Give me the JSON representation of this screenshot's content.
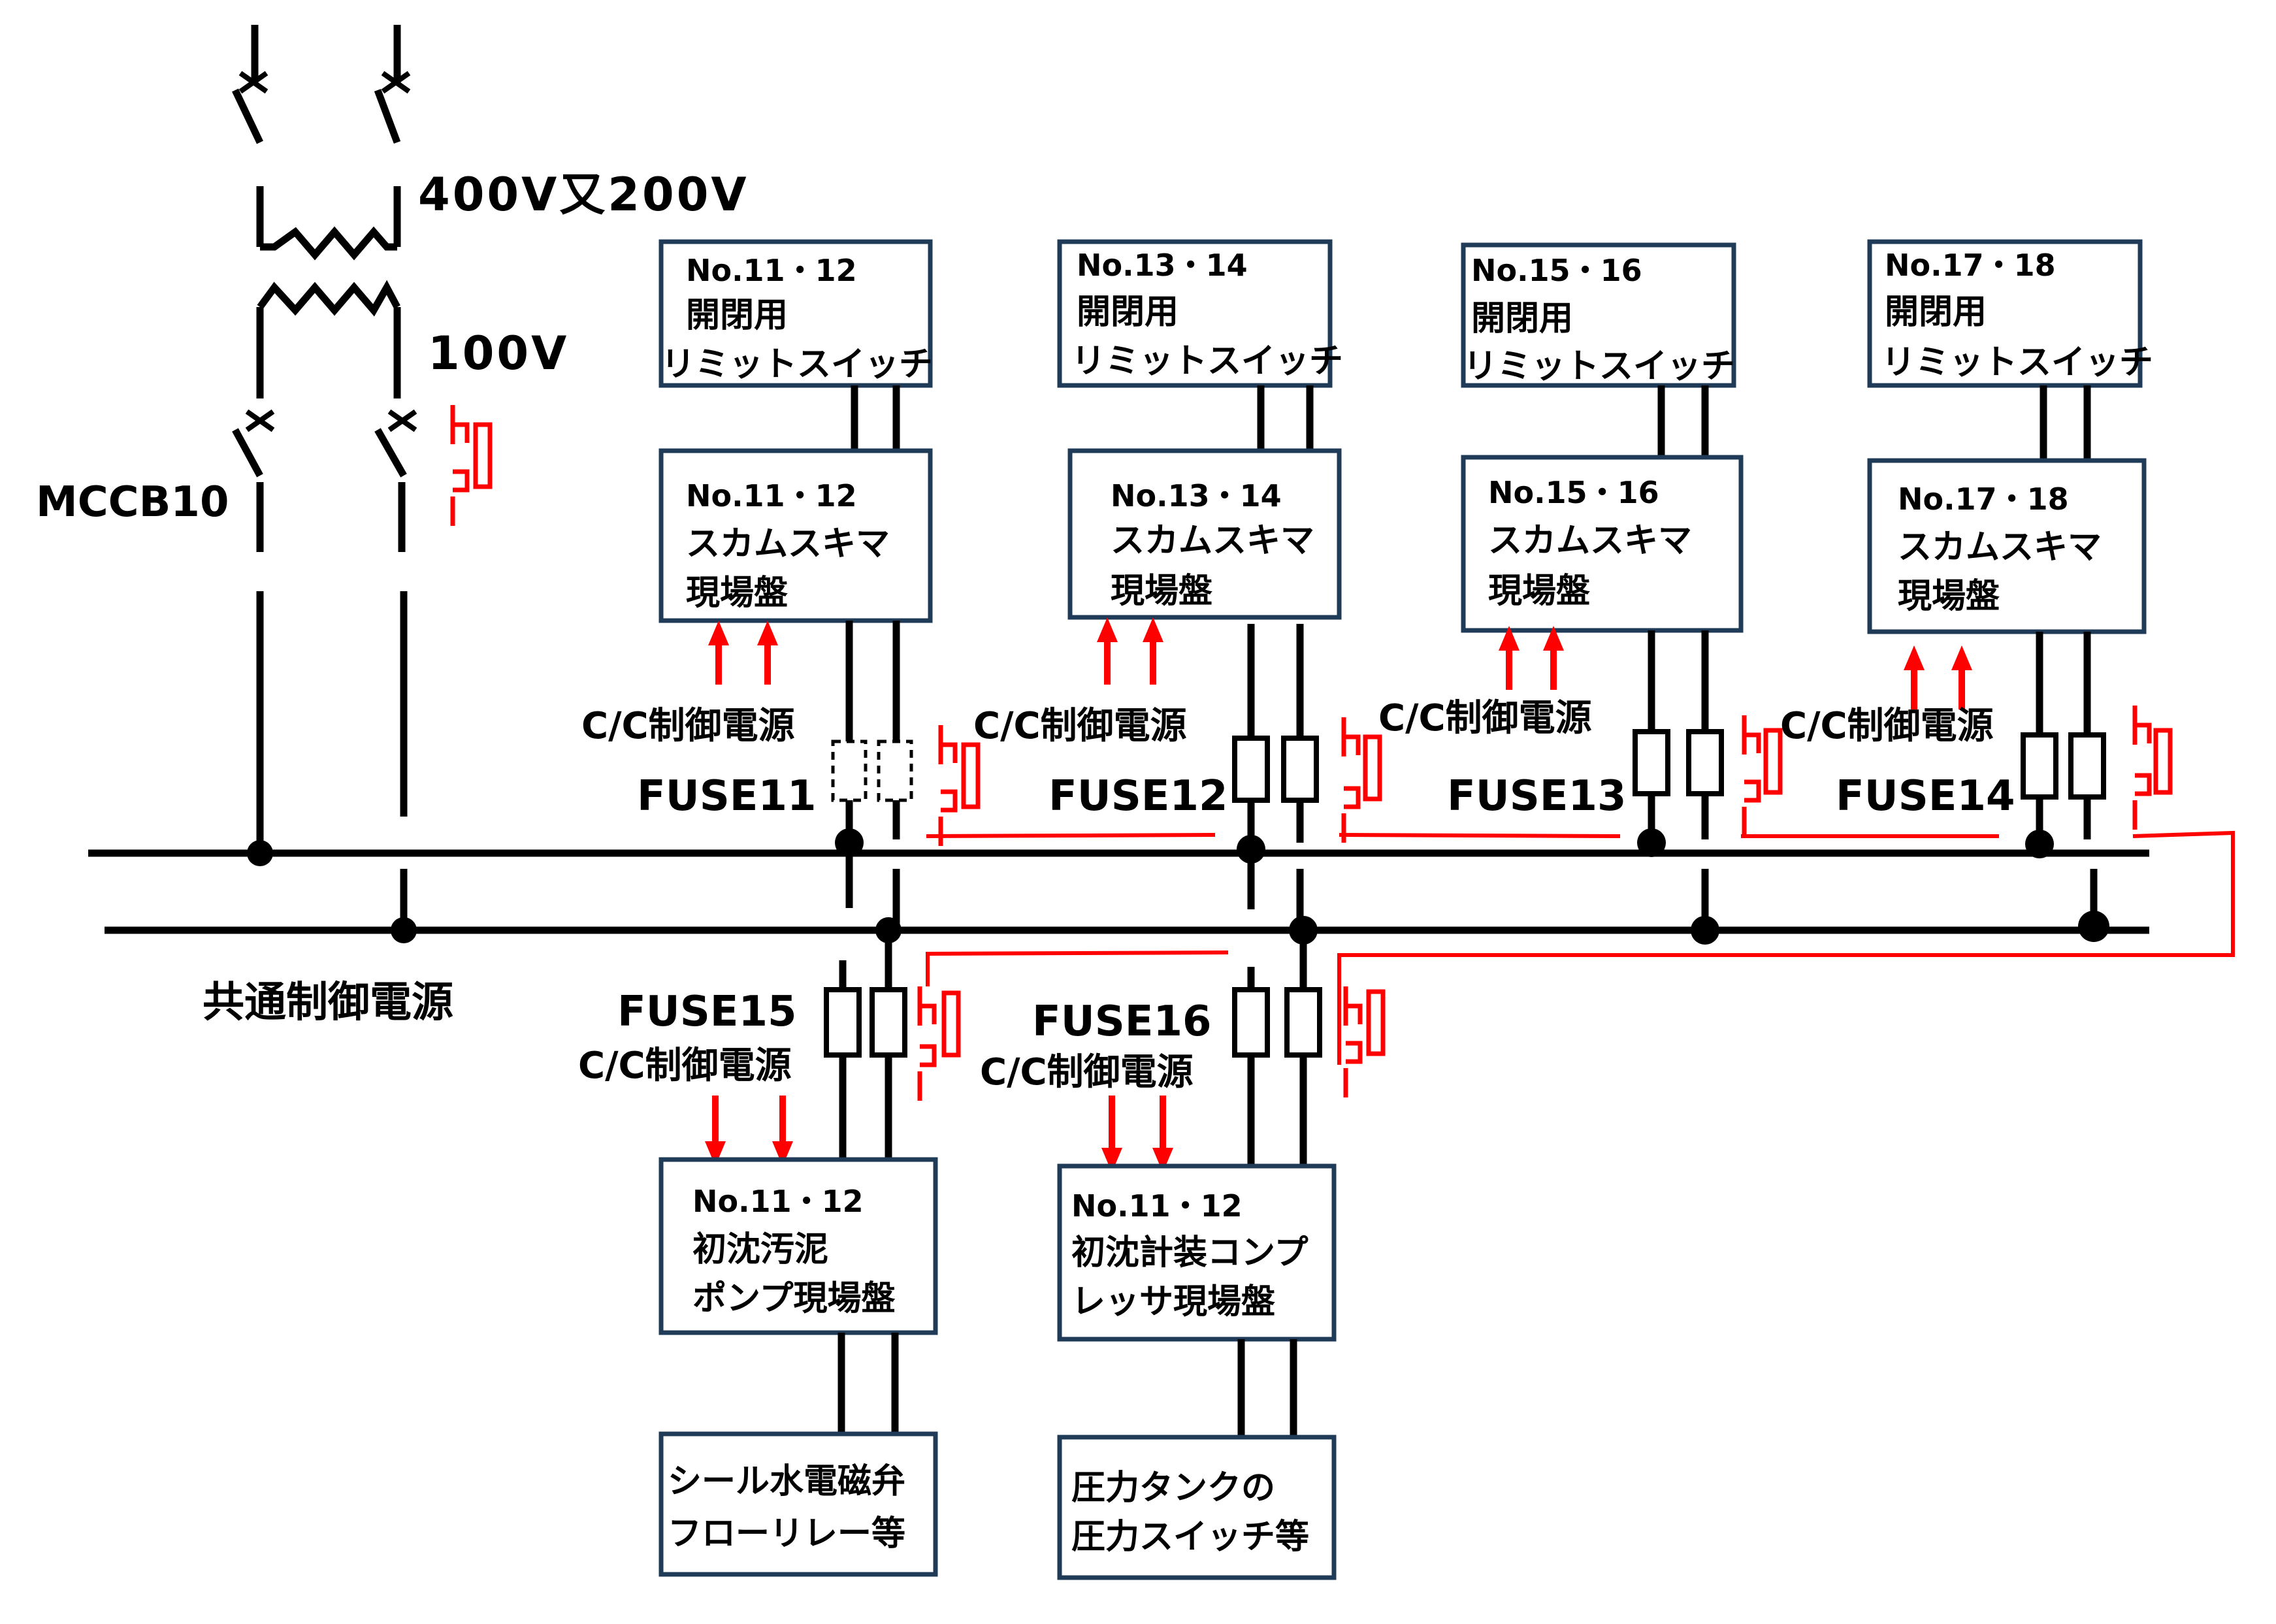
{
  "mccb_label": "MCCB10",
  "voltage_primary": "400V又200V",
  "voltage_secondary": "100V",
  "common_source_label": "共通制御電源",
  "cc_label": "C/C制御電源",
  "fuses": [
    "FUSE11",
    "FUSE12",
    "FUSE13",
    "FUSE14",
    "FUSE15",
    "FUSE16"
  ],
  "limit_switch_panels": [
    {
      "no": "No.11・12",
      "line1": "開閉用",
      "line2": "リミットスイッチ"
    },
    {
      "no": "No.13・14",
      "line1": "開閉用",
      "line2": "リミットスイッチ"
    },
    {
      "no": "No.15・16",
      "line1": "開閉用",
      "line2": "リミットスイッチ"
    },
    {
      "no": "No.17・18",
      "line1": "開閉用",
      "line2": "リミットスイッチ"
    }
  ],
  "skimmer_panels": [
    {
      "no": "No.11・12",
      "line1": "スカムスキマ",
      "line2": "現場盤"
    },
    {
      "no": "No.13・14",
      "line1": "スカムスキマ",
      "line2": "現場盤"
    },
    {
      "no": "No.15・16",
      "line1": "スカムスキマ",
      "line2": "現場盤"
    },
    {
      "no": "No.17・18",
      "line1": "スカムスキマ",
      "line2": "現場盤"
    }
  ],
  "lower_panels": [
    {
      "no": "No.11・12",
      "line1": "初沈汚泥",
      "line2": "ポンプ現場盤"
    },
    {
      "no": "No.11・12",
      "line1": "初沈計装コンプ",
      "line2": "レッサ現場盤"
    }
  ],
  "end_devices": [
    {
      "line1": "シール水電磁弁",
      "line2": "フローリレー等"
    },
    {
      "line1": "圧力タンクの",
      "line2": "圧力スイッチ等"
    }
  ],
  "colors": {
    "wire": "#000000",
    "annotation": "#ff0000",
    "box_border": "#1f3b57"
  }
}
